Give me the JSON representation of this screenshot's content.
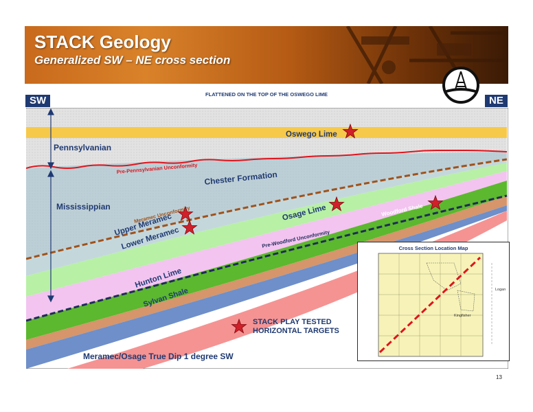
{
  "header": {
    "title": "STACK Geology",
    "subtitle": "Generalized SW – NE cross section"
  },
  "note": "FLATTENED ON THE TOP OF THE OSWEGO LIME",
  "directions": {
    "left": "SW",
    "right": "NE"
  },
  "periods": {
    "pennsylvanian": "Pennsylvanian",
    "mississippian": "Mississippian"
  },
  "formations": {
    "oswego": "Oswego Lime",
    "chester": "Chester Formation",
    "upper_meramec": "Upper Meramec",
    "lower_meramec": "Lower Meramec",
    "osage": "Osage Lime",
    "woodford": "Woodford Shale",
    "hunton": "Hunton Lime",
    "sylvan": "Sylvan Shale"
  },
  "unconformities": {
    "pre_pennsylvanian": "Pre-Pennsylvanian Unconformity",
    "meramec": "Meramec Unconformity",
    "pre_woodford": "Pre-Woodford Unconformity"
  },
  "legend": {
    "line1": "STACK PLAY TESTED",
    "line2": "HORIZONTAL TARGETS"
  },
  "dip_note": "Meramec/Osage True Dip  1 degree SW",
  "inset_map": {
    "title": "Cross Section Location Map",
    "town1": "Logan",
    "town2": "Kingfisher"
  },
  "page_number": "13",
  "colors": {
    "brand_navy": "#1f3a72",
    "oswego": "#f7c94a",
    "chester": "#a9c5cf",
    "upper_meramec": "#b8f0a6",
    "lower_meramec": "#f3c4f0",
    "osage": "#5cb82e",
    "woodford": "#d6956a",
    "hunton": "#6e8fc9",
    "sylvan": "#f59393",
    "target_star": "#d0202a"
  }
}
